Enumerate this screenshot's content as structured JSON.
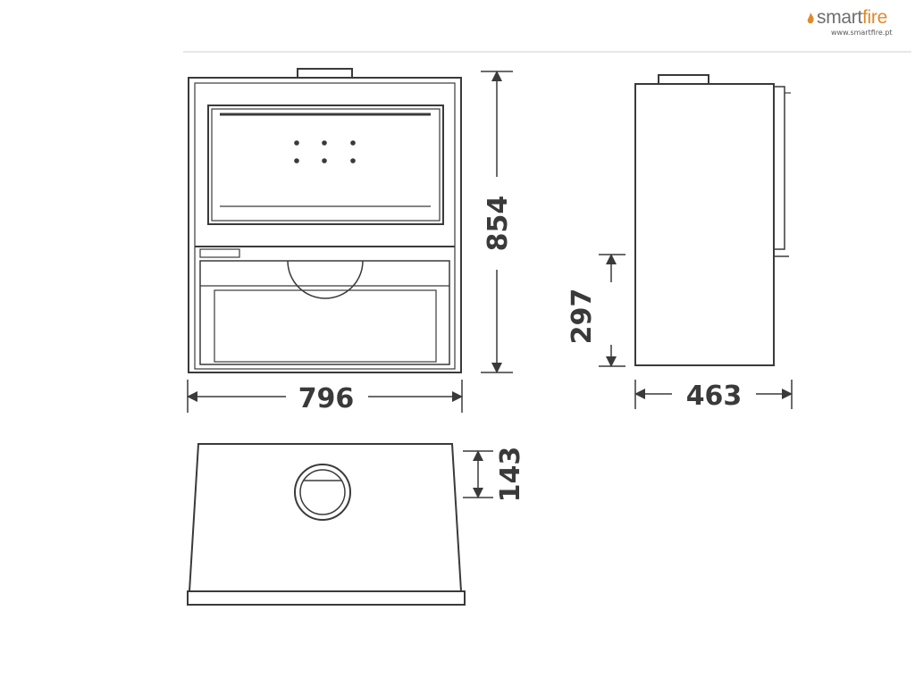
{
  "brand": {
    "name_main": "smart",
    "name_accent": "fire",
    "url": "www.smartfire.pt",
    "accent_color": "#e08a2a",
    "text_color": "#6f6f6f"
  },
  "dimensions": {
    "height": "854",
    "width": "796",
    "depth": "463",
    "outlet_height": "297",
    "flue_offset": "143"
  },
  "colors": {
    "line": "#3a3a3a",
    "guide": "#cfcfcf"
  }
}
